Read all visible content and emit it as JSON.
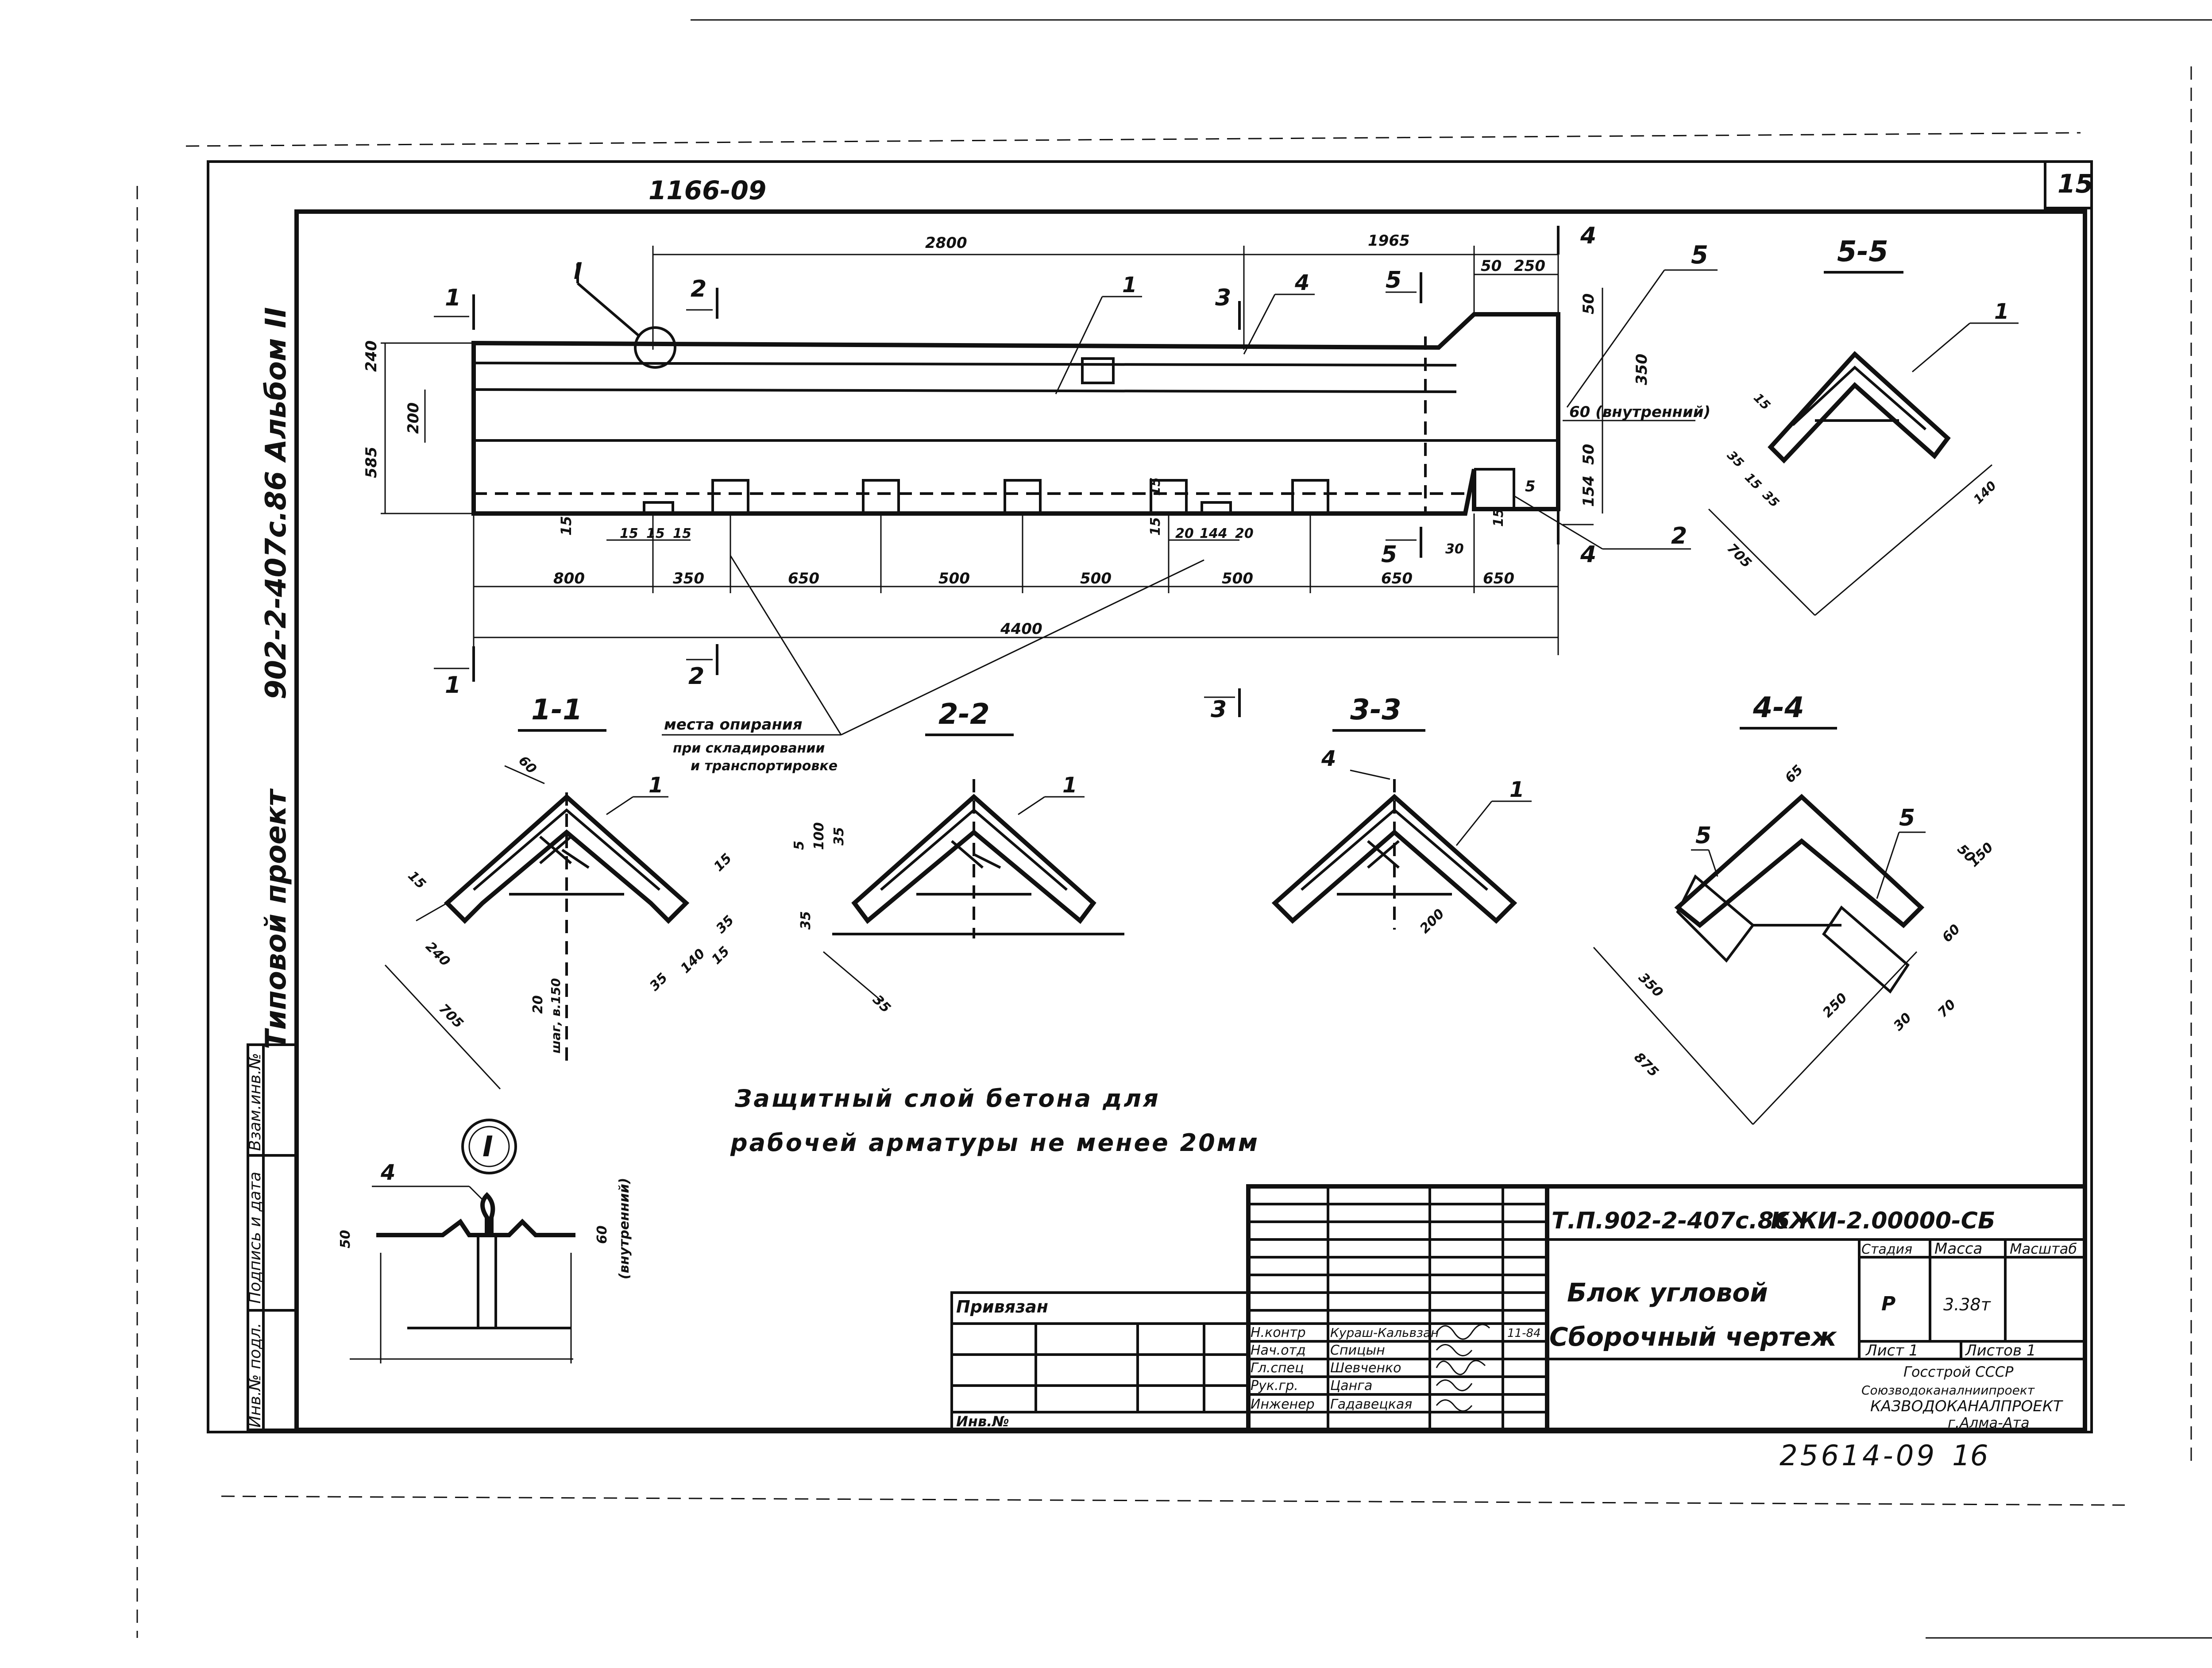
{
  "header": {
    "sheet_number": "15",
    "top_code": "1166-09",
    "side_album": "902-2-407с.86 Альбом II",
    "side_project": "Типовой проект"
  },
  "plan": {
    "dims_top": [
      "2800",
      "1965",
      "50",
      "250"
    ],
    "dims_left": [
      "240",
      "200",
      "585"
    ],
    "dims_right": [
      "50",
      "350",
      "60 (внутренний)",
      "50",
      "154",
      "5"
    ],
    "dims_bottom": [
      "800",
      "350",
      "650",
      "500",
      "500",
      "500",
      "650",
      "650"
    ],
    "dims_small": [
      "15",
      "15",
      "15",
      "15",
      "15",
      "15",
      "20",
      "144",
      "20",
      "15",
      "30"
    ],
    "overall_length": "4400",
    "section_marks": [
      "1",
      "1",
      "2",
      "2",
      "3",
      "3",
      "4",
      "4",
      "5",
      "5"
    ],
    "detail_mark": "I",
    "callouts": [
      "1",
      "2",
      "4",
      "5"
    ],
    "note_support": [
      "места опирания",
      "при складировании",
      "и транспортировке"
    ]
  },
  "sections": [
    {
      "title": "1-1",
      "callout": "1",
      "dims": [
        "60",
        "15",
        "240",
        "705",
        "20",
        "шаг, в.150",
        "35",
        "140",
        "15",
        "15",
        "35"
      ]
    },
    {
      "title": "2-2",
      "callout": "1",
      "dims": [
        "5",
        "100",
        "35",
        "35",
        "35"
      ]
    },
    {
      "title": "3-3",
      "callouts": [
        "4",
        "1"
      ],
      "dims": [
        "200"
      ]
    },
    {
      "title": "4-4",
      "callouts": [
        "5",
        "5"
      ],
      "dims": [
        "65",
        "350",
        "875",
        "250",
        "50",
        "150",
        "60",
        "70",
        "30"
      ]
    },
    {
      "title": "5-5",
      "callout": "1",
      "dims": [
        "15",
        "35",
        "15",
        "35",
        "705",
        "140"
      ]
    }
  ],
  "detail": {
    "mark": "I",
    "callout": "4",
    "dims": [
      "50",
      "60",
      "(внутренний)"
    ]
  },
  "note": {
    "line1": "Защитный слой бетона для",
    "line2": "рабочей арматуры не менее 20мм"
  },
  "side_stamp": {
    "cells": [
      "Инв.№ подл.",
      "Подпись и дата",
      "Взам.инв.№"
    ]
  },
  "title_block": {
    "doc_code": "Т.П.902-2-407с.86",
    "doc_code2": "КЖИ-2.00000-СБ",
    "name_line1": "Блок угловой",
    "name_line2": "Сборочный чертеж",
    "stage_header": "Стадия",
    "mass_header": "Масса",
    "scale_header": "Масштаб",
    "stage": "Р",
    "mass": "3.38т",
    "sheet": "Лист 1",
    "sheets": "Листов 1",
    "org1": "Госстрой СССР",
    "org2": "Союзводоканалниипроект",
    "org3": "КАЗВОДОКАНАЛПРОЕКТ",
    "org4": "г.Алма-Ата",
    "privyazan": "Привязан",
    "inv_no": "Инв.№",
    "roles": [
      "Н.контр",
      "Нач.отд",
      "Гл.спец",
      "Рук.гр.",
      "Инженер"
    ],
    "names": [
      "Кураш-Кальвзан",
      "Спицын",
      "Шевченко",
      "Цанга",
      "Гадавецкая"
    ],
    "date": "11-84"
  },
  "footer": {
    "stamp_number": "25614-09",
    "stamp_page": "16"
  }
}
